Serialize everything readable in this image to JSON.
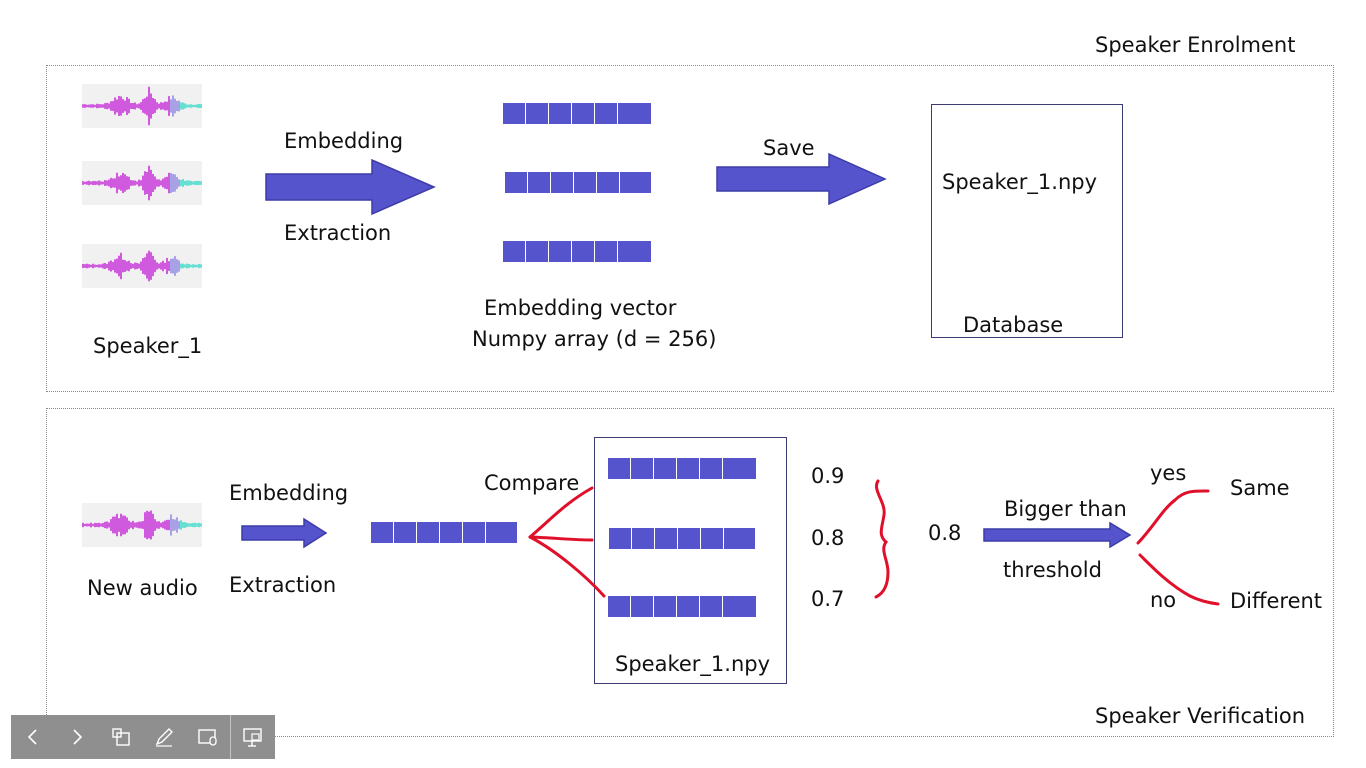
{
  "enrolment": {
    "title": "Speaker Enrolment",
    "speaker_label": "Speaker_1",
    "arrow1_top": "Embedding",
    "arrow1_bottom": "Extraction",
    "vector_label_line1": "Embedding vector",
    "vector_label_line2": "Numpy array (d = 256)",
    "save_label": "Save",
    "db_file": "Speaker_1.npy",
    "db_label": "Database"
  },
  "verification": {
    "title": "Speaker Verification",
    "audio_label": "New audio",
    "arrow_top": "Embedding",
    "arrow_bottom": "Extraction",
    "compare_label": "Compare",
    "db_file": "Speaker_1.npy",
    "scores": [
      "0.9",
      "0.8",
      "0.7"
    ],
    "aggregate": "0.8",
    "threshold_top": "Bigger than",
    "threshold_bottom": "threshold",
    "yes_label": "yes",
    "no_label": "no",
    "same_label": "Same",
    "different_label": "Different"
  },
  "colors": {
    "vector": "#5554cc",
    "arrow": "#5554cc",
    "annotation": "#e0102b",
    "wave_magenta": "#c21ad6",
    "wave_teal": "#29d8c4"
  },
  "toolbar": {
    "icons": [
      "chevron-left-icon",
      "chevron-right-icon",
      "slides-icon",
      "pen-icon",
      "subtitles-icon",
      "display-settings-icon"
    ]
  }
}
